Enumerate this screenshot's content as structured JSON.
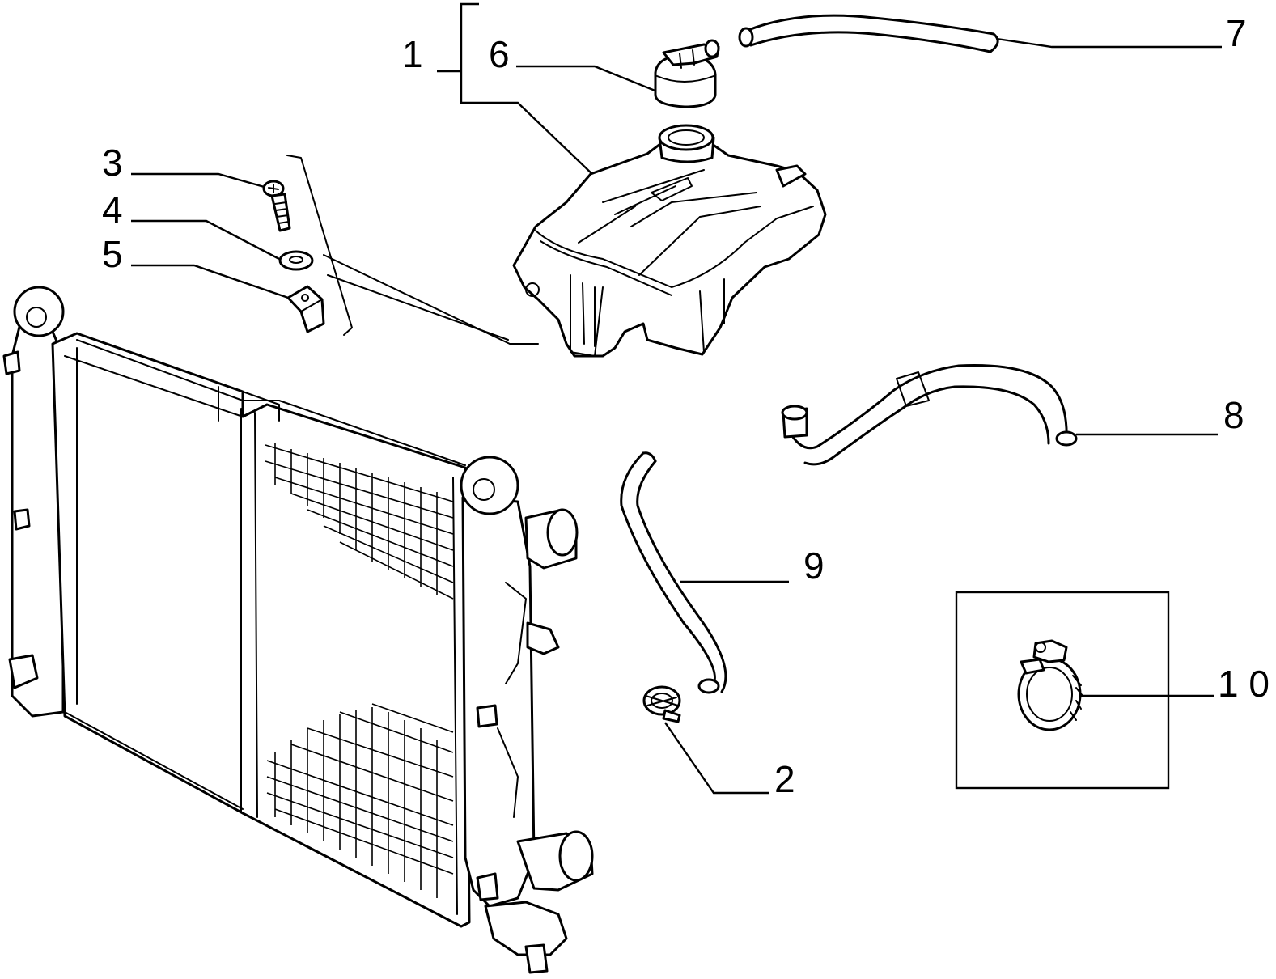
{
  "callouts": {
    "c1": "1",
    "c2": "2",
    "c3": "3",
    "c4": "4",
    "c5": "5",
    "c6": "6",
    "c7": "7",
    "c8": "8",
    "c9": "9",
    "c10": "1 0"
  },
  "colors": {
    "ink": "#000000",
    "paper": "#ffffff"
  },
  "icons": [
    "radiator",
    "expansion-tank",
    "filler-cap",
    "bolt",
    "washer",
    "clip-nut",
    "hose",
    "hose-clamp"
  ]
}
